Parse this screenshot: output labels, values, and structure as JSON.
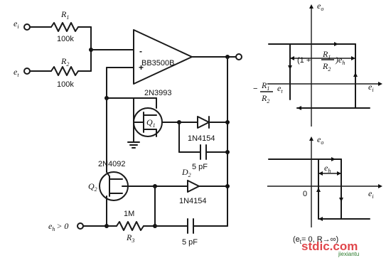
{
  "circuit": {
    "input_ei": "e",
    "input_ei_sub": "i",
    "input_et": "e",
    "input_et_sub": "t",
    "r1_name": "R",
    "r1_sub": "1",
    "r1_value": "100k",
    "r2_name": "R",
    "r2_sub": "2",
    "r2_value": "100k",
    "opamp_part": "BB3500B",
    "opamp_minus": "-",
    "opamp_plus": "+",
    "q1_part": "2N3993",
    "q1_name": "Q",
    "q1_sub": "1",
    "d1_part": "1N4154",
    "c1_value": "5 pF",
    "q2_part": "2N4092",
    "q2_name": "Q",
    "q2_sub": "2",
    "d2_name": "D",
    "d2_sub": "2",
    "d2_part": "1N4154",
    "r3_value": "1M",
    "r3_name": "R",
    "r3_sub": "3",
    "c2_value": "5 pF",
    "eh_label": "e",
    "eh_sub": "h",
    "eh_cond": "> 0"
  },
  "graph_top": {
    "y_axis": "e",
    "y_axis_sub": "o",
    "x_axis": "e",
    "x_axis_sub": "i",
    "hyst_prefix": "(1 +",
    "hyst_num": "R",
    "hyst_num_sub": "1",
    "hyst_den": "R",
    "hyst_den_sub": "2",
    "hyst_suffix": ")e",
    "hyst_suffix_sub": "h",
    "left_sign": "−",
    "left_num": "R",
    "left_num_sub": "1",
    "left_den": "R",
    "left_den_sub": "2",
    "left_et": "e",
    "left_et_sub": "t"
  },
  "graph_bottom": {
    "y_axis": "e",
    "y_axis_sub": "o",
    "x_axis": "e",
    "x_axis_sub": "i",
    "origin": "0",
    "eh": "e",
    "eh_sub": "h",
    "caption": "(e",
    "caption_sub": "t",
    "caption_rest": "= 0, R→∞)"
  },
  "watermark": {
    "brand": "stdic.com",
    "site": "jiexiantu"
  }
}
